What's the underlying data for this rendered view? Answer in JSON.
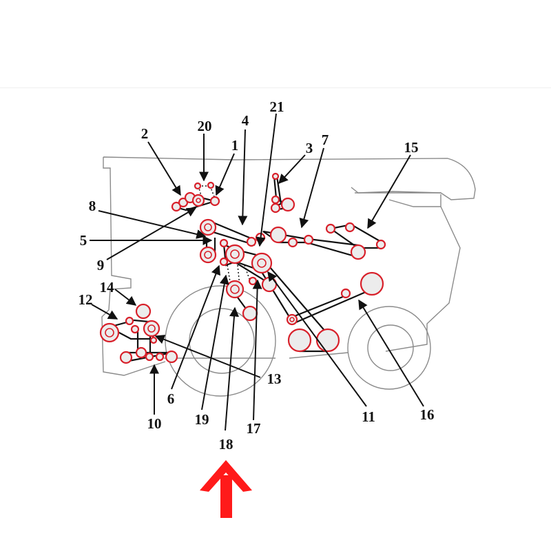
{
  "colors": {
    "pulley": "#d8202a",
    "belt": "#111111",
    "outline": "#8a8a8a",
    "direction_arrow": "#ff1a1a"
  },
  "callouts": [
    "1",
    "2",
    "3",
    "4",
    "5",
    "6",
    "7",
    "8",
    "9",
    "10",
    "11",
    "12",
    "13",
    "14",
    "15",
    "16",
    "17",
    "18",
    "19",
    "20",
    "21"
  ],
  "direction_arrow": {
    "icon": "arrow-up-icon"
  }
}
